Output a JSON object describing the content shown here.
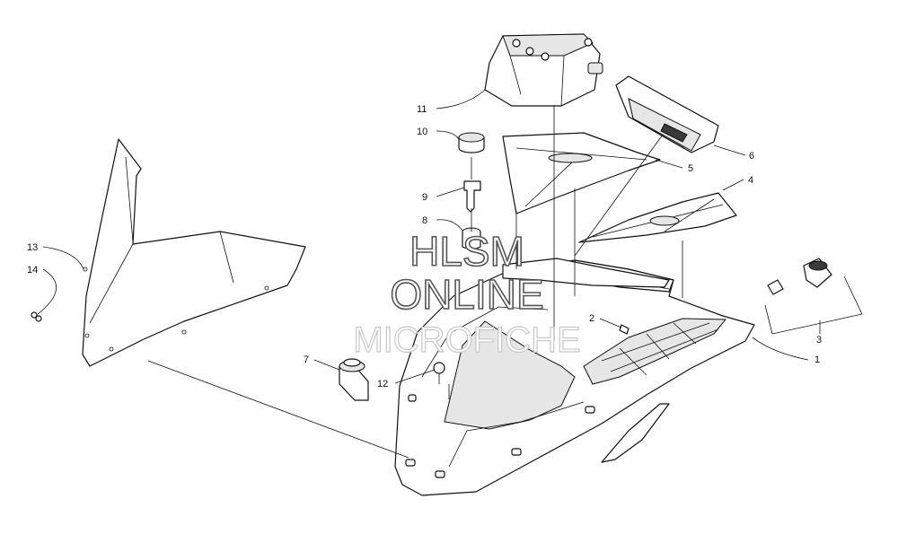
{
  "callouts": {
    "c1": "1",
    "c2": "2",
    "c3": "3",
    "c4": "4",
    "c5": "5",
    "c6": "6",
    "c7": "7",
    "c8": "8",
    "c9": "9",
    "c10": "10",
    "c11": "11",
    "c12": "12",
    "c13": "13",
    "c14": "14"
  },
  "watermark": {
    "line1": "HLSM",
    "line2": "ONLINE",
    "line3": "MICROFICHE"
  }
}
